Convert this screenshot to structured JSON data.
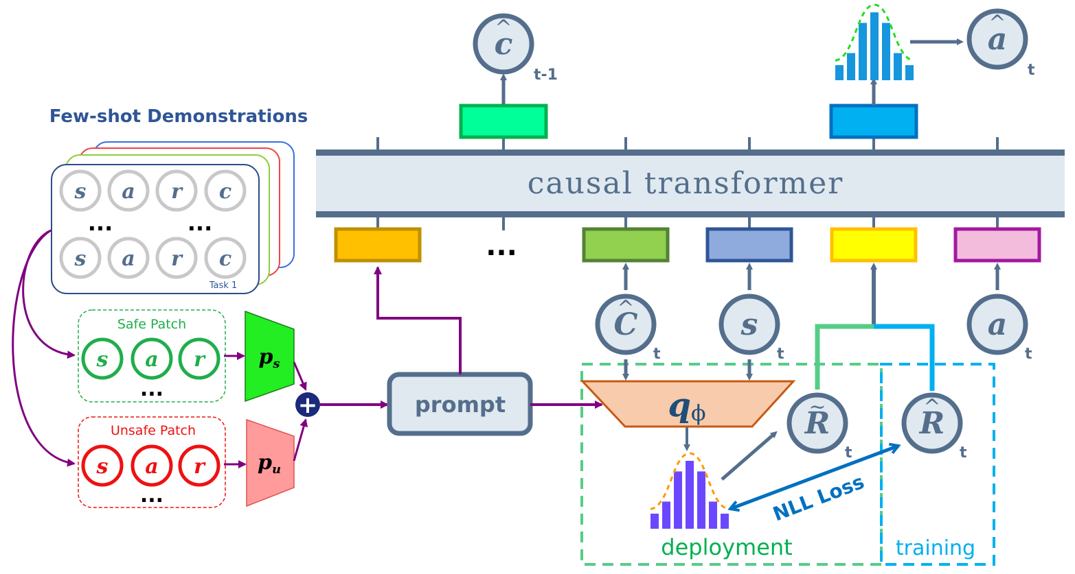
{
  "title": "Few-shot Demonstrations",
  "task_card": {
    "label": "Task 1",
    "row1": [
      "s",
      "a",
      "r",
      "c"
    ],
    "row2": [
      "s",
      "a",
      "r",
      "c"
    ],
    "ellipsis": "...",
    "stack_colors": [
      "#3a6fe0",
      "#ee4444",
      "#8ccf3a",
      "#2d4b8a"
    ]
  },
  "safe_patch": {
    "label": "Safe Patch",
    "tokens": [
      "s",
      "a",
      "r"
    ],
    "ellipsis": "...",
    "color": "#1fae4b",
    "encoder": "p",
    "encoder_sub": "s",
    "encoder_color": "#22ee22"
  },
  "unsafe_patch": {
    "label": "Unsafe Patch",
    "tokens": [
      "s",
      "a",
      "r"
    ],
    "ellipsis": "...",
    "color": "#ee1111",
    "encoder": "p",
    "encoder_sub": "u",
    "encoder_color": "#ff9b9b"
  },
  "plus_symbol": "+",
  "prompt": {
    "label": "prompt"
  },
  "transformer": {
    "label": "causal transformer"
  },
  "embedding_ellipsis": "...",
  "embeddings_bottom": [
    {
      "name": "prompt-embedding",
      "fill": "#ffc000",
      "stroke": "#bf9000"
    },
    {
      "name": "cost-embedding",
      "fill": "#92d050",
      "stroke": "#548235"
    },
    {
      "name": "state-embedding",
      "fill": "#8faadc",
      "stroke": "#2f5597"
    },
    {
      "name": "return-embedding",
      "fill": "#ffff00",
      "stroke": "#ffc000"
    },
    {
      "name": "action-embedding",
      "fill": "#f4bcdc",
      "stroke": "#a3199f"
    }
  ],
  "embeddings_top": [
    {
      "name": "cost-prediction-head",
      "fill": "#00ff99",
      "stroke": "#00b050"
    },
    {
      "name": "action-prediction-head",
      "fill": "#00b0f0",
      "stroke": "#0070c0"
    }
  ],
  "nodes": {
    "c_hat_prev": {
      "symbol": "c",
      "accent": "^",
      "subscript": "t-1"
    },
    "a_hat": {
      "symbol": "a",
      "accent": "^",
      "subscript": "t"
    },
    "C_hat": {
      "symbol": "C",
      "accent": "^",
      "subscript": "t"
    },
    "s": {
      "symbol": "s",
      "subscript": "t"
    },
    "a": {
      "symbol": "a",
      "subscript": "t"
    },
    "R_tilde": {
      "symbol": "R",
      "accent": "~",
      "subscript": "t"
    },
    "R_hat": {
      "symbol": "R",
      "accent": "^",
      "subscript": "t"
    }
  },
  "q_module": {
    "symbol": "q",
    "subscript": "ϕ",
    "fill": "#f8cbad",
    "stroke": "#c55a11"
  },
  "distributions": {
    "action": {
      "bars": [
        0.2,
        0.36,
        0.76,
        0.9,
        0.76,
        0.36,
        0.2
      ],
      "color": "#1696dc",
      "curve_color": "#22dd22"
    },
    "return": {
      "bars": [
        0.2,
        0.36,
        0.76,
        0.9,
        0.76,
        0.36,
        0.2
      ],
      "color": "#6b48ff",
      "curve_color": "#ff9900"
    }
  },
  "nll_loss": {
    "label": "NLL Loss",
    "color": "#0070c0"
  },
  "regions": {
    "deployment": {
      "label": "deployment",
      "color": "#55cc88",
      "text_color": "#00b050"
    },
    "training": {
      "label": "training",
      "color": "#00b0f0",
      "text_color": "#00b0f0"
    }
  },
  "colors": {
    "node_stroke": "#546e8c",
    "node_fill": "#e0e9f0",
    "arrow": "#546e8c",
    "prompt_arrow": "#800080",
    "title": "#2f5597"
  }
}
